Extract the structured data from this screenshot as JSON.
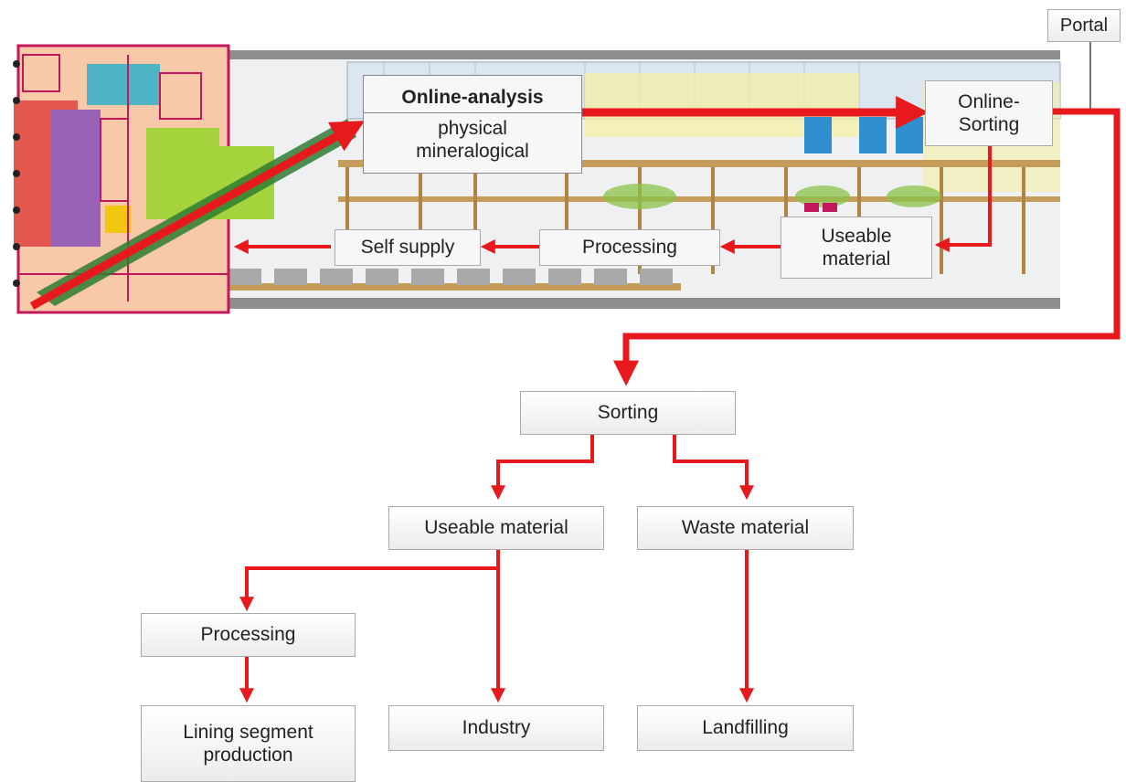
{
  "portal_label": "Portal",
  "tbm_section": {
    "online_analysis": {
      "title": "Online-analysis",
      "line1": "physical",
      "line2": "mineralogical"
    },
    "online_sorting": {
      "line1": "Online-",
      "line2": "Sorting"
    },
    "useable_material": {
      "line1": "Useable",
      "line2": "material"
    },
    "processing": "Processing",
    "self_supply": "Self supply"
  },
  "flow": {
    "sorting": "Sorting",
    "useable_material": "Useable material",
    "waste_material": "Waste material",
    "processing": "Processing",
    "lining_segment_production": {
      "line1": "Lining segment",
      "line2": "production"
    },
    "industry": "Industry",
    "landfilling": "Landfilling"
  },
  "colors": {
    "arrow": "#e8191d",
    "box_border": "#a9a9a9"
  }
}
